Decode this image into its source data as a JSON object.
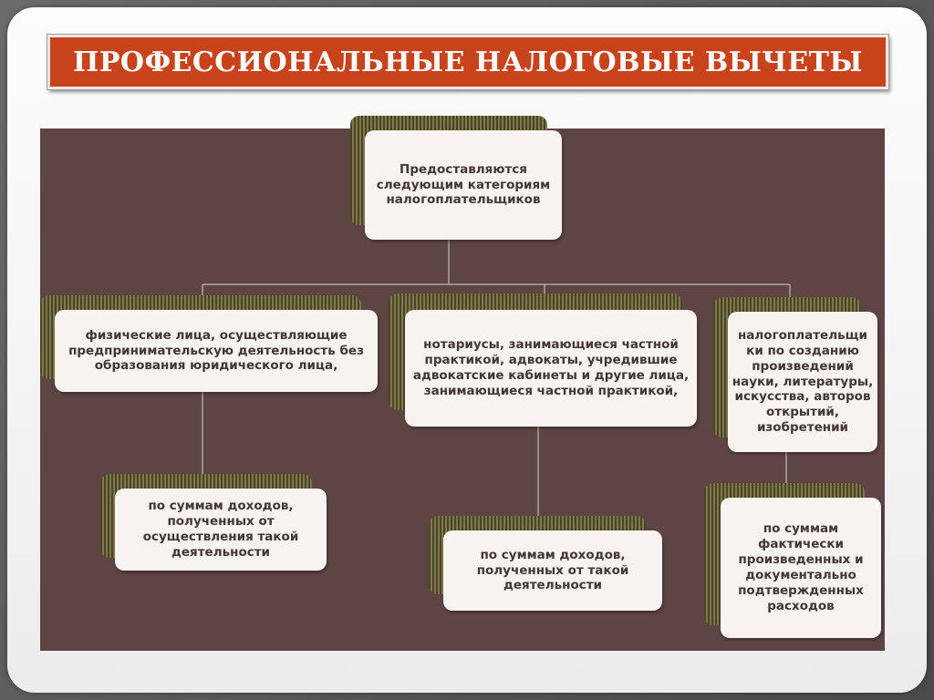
{
  "title": "ПРОФЕССИОНАЛЬНЫЕ НАЛОГОВЫЕ ВЫЧЕТЫ",
  "root": {
    "text": "Предоставляются следующим категориям налогоплательщиков"
  },
  "categories": [
    {
      "text": "физические лица, осуществляющие предпринимательскую деятельность без образования юридического лица,"
    },
    {
      "text": "нотариусы, занимающиеся частной практикой, адвокаты, учредившие адвокатские кабинеты и другие лица, занимающиеся частной практикой,"
    },
    {
      "text": "налогоплательщи ки  по созданию произведений науки, литературы, искусства, авторов открытий, изобретений"
    }
  ],
  "deductions": [
    {
      "text": "по суммам доходов, полученных от осуществления такой деятельности"
    },
    {
      "text": "по суммам доходов, полученных от такой деятельности"
    },
    {
      "text": "по суммам фактически произведенных и документально подтвержденных расходов"
    }
  ]
}
